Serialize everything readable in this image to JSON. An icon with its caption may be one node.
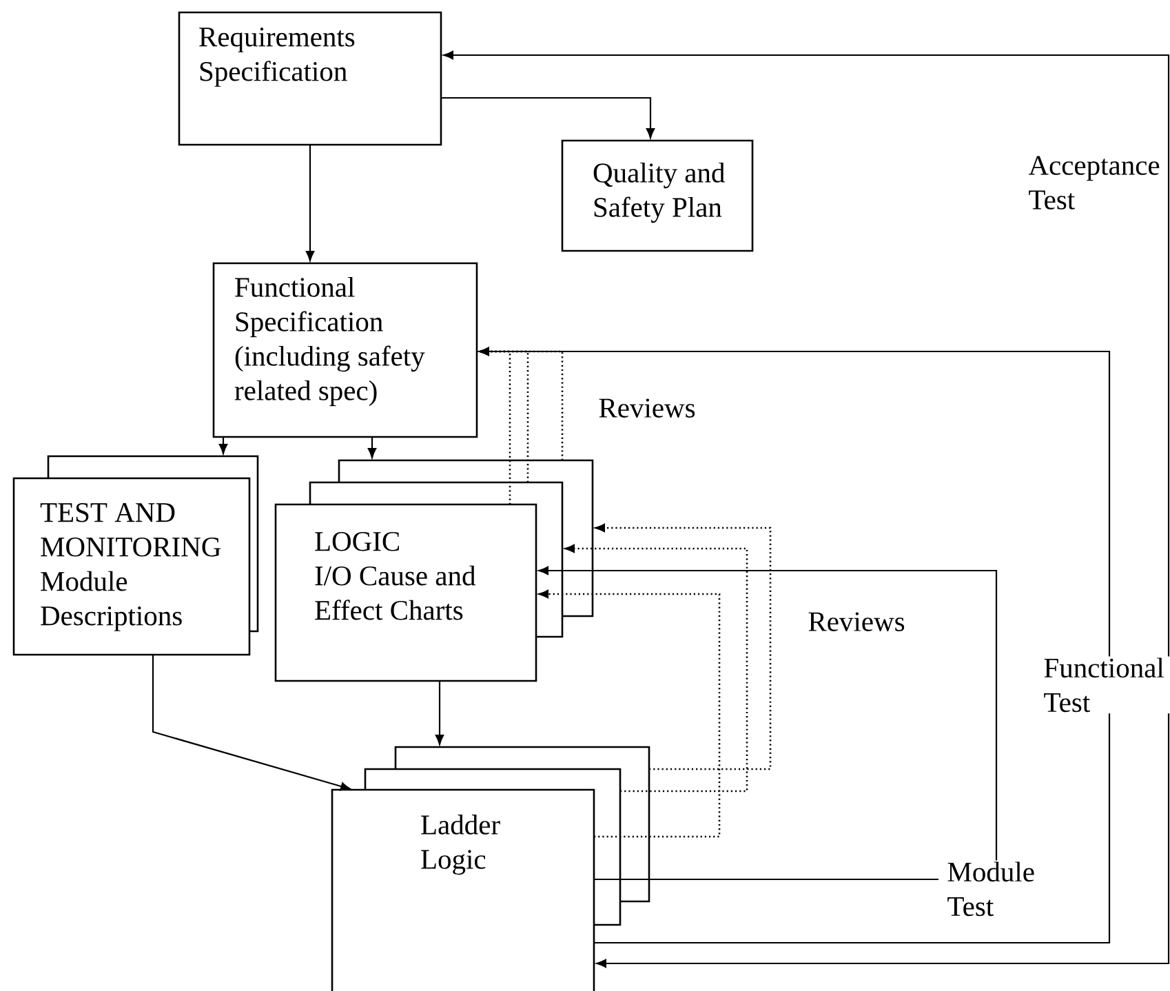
{
  "diagram": {
    "nodes": [
      {
        "text": [
          "Requirements Specification"
        ]
      },
      {
        "text": [
          "Quality and Safety Plan"
        ]
      },
      {
        "text": [
          "Functional Specification (including safety related spec)"
        ]
      },
      {
        "text": [
          "TEST AND MONITORING",
          "Module Descriptions"
        ]
      },
      {
        "text": [
          "LOGIC",
          "I/O Cause and Effect Charts"
        ]
      },
      {
        "text": [
          "Ladder Logic"
        ]
      }
    ],
    "edges": [
      {
        "from": 0,
        "to": 2,
        "arrow": "to"
      },
      {
        "from": 0,
        "to": 1,
        "arrow": "to"
      },
      {
        "from": 2,
        "to": 3,
        "arrow": "to"
      },
      {
        "from": 2,
        "to": 4,
        "arrow": "to"
      },
      {
        "from": 4,
        "to": 5,
        "arrow": "to"
      },
      {
        "from": 3,
        "to": 5,
        "arrow": "to"
      },
      {
        "from": 5,
        "to": 4,
        "arrow": "to",
        "label": "Module Test"
      },
      {
        "from": 5,
        "to": 2,
        "arrow": "to",
        "label": "Functional Test"
      },
      {
        "from": 5,
        "to": 0,
        "arrow": "both",
        "label": "Acceptance Test"
      },
      {
        "from": 4,
        "to": 2,
        "arrow": "to",
        "style": "dashed"
      },
      {
        "from": 4,
        "to": 2,
        "arrow": "to",
        "style": "dashed"
      },
      {
        "from": 4,
        "to": 2,
        "arrow": "to",
        "style": "dashed"
      },
      {
        "from": 5,
        "to": 4,
        "arrow": "to",
        "style": "dashed"
      },
      {
        "from": 5,
        "to": 4,
        "arrow": "to",
        "style": "dashed"
      },
      {
        "from": 5,
        "to": 4,
        "arrow": "to",
        "style": "dashed"
      }
    ],
    "labels": [
      "Reviews",
      "Reviews"
    ]
  }
}
